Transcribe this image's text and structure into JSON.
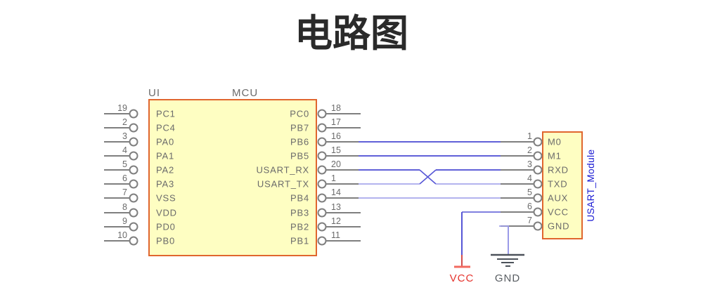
{
  "title": "电路图",
  "colors": {
    "chip_fill": "#FEFEC2",
    "chip_border": "#E0662E",
    "lead_gray": "#7F7F7F",
    "text_gray": "#6B6B6B",
    "title_color": "#2A2A2A",
    "wire_dark": "#2B2BCB",
    "wire_mid": "#5656D6",
    "wire_light": "#9A9AE8",
    "module_label_blue": "#1616D2",
    "vcc_red": "#E5342E",
    "vcc_stem": "#D24D4D",
    "vcc_bar": "#F26B60",
    "gnd_dark": "#4C525A",
    "gnd_text": "#595E63"
  },
  "mcu": {
    "refdes": "UI",
    "part": "MCU",
    "left_pins": [
      {
        "num": "19",
        "name": "PC1"
      },
      {
        "num": "2",
        "name": "PC4"
      },
      {
        "num": "3",
        "name": "PA0"
      },
      {
        "num": "4",
        "name": "PA1"
      },
      {
        "num": "5",
        "name": "PA2"
      },
      {
        "num": "6",
        "name": "PA3"
      },
      {
        "num": "7",
        "name": "VSS"
      },
      {
        "num": "8",
        "name": "VDD"
      },
      {
        "num": "9",
        "name": "PD0"
      },
      {
        "num": "10",
        "name": "PB0"
      }
    ],
    "right_pins": [
      {
        "num": "18",
        "name": "PC0"
      },
      {
        "num": "17",
        "name": "PB7"
      },
      {
        "num": "16",
        "name": "PB6"
      },
      {
        "num": "15",
        "name": "PB5"
      },
      {
        "num": "20",
        "name": "USART_RX"
      },
      {
        "num": "1",
        "name": "USART_TX"
      },
      {
        "num": "14",
        "name": "PB4"
      },
      {
        "num": "13",
        "name": "PB3"
      },
      {
        "num": "12",
        "name": "PB2"
      },
      {
        "num": "11",
        "name": "PB1"
      }
    ]
  },
  "module": {
    "label": "USART_Module",
    "pins": [
      {
        "num": "1",
        "name": "M0"
      },
      {
        "num": "2",
        "name": "M1"
      },
      {
        "num": "3",
        "name": "RXD"
      },
      {
        "num": "4",
        "name": "TXD"
      },
      {
        "num": "5",
        "name": "AUX"
      },
      {
        "num": "6",
        "name": "VCC"
      },
      {
        "num": "7",
        "name": "GND"
      }
    ]
  },
  "wires": [
    {
      "from": "PB6",
      "to": "M0"
    },
    {
      "from": "PB5",
      "to": "M1"
    },
    {
      "from": "USART_RX",
      "to": "TXD",
      "crossover": true
    },
    {
      "from": "USART_TX",
      "to": "RXD",
      "crossover": true
    },
    {
      "from": "PB4",
      "to": "AUX"
    }
  ],
  "power": {
    "vcc_pin": "VCC",
    "vcc_label": "VCC",
    "gnd_pin": "GND",
    "gnd_label": "GND"
  }
}
